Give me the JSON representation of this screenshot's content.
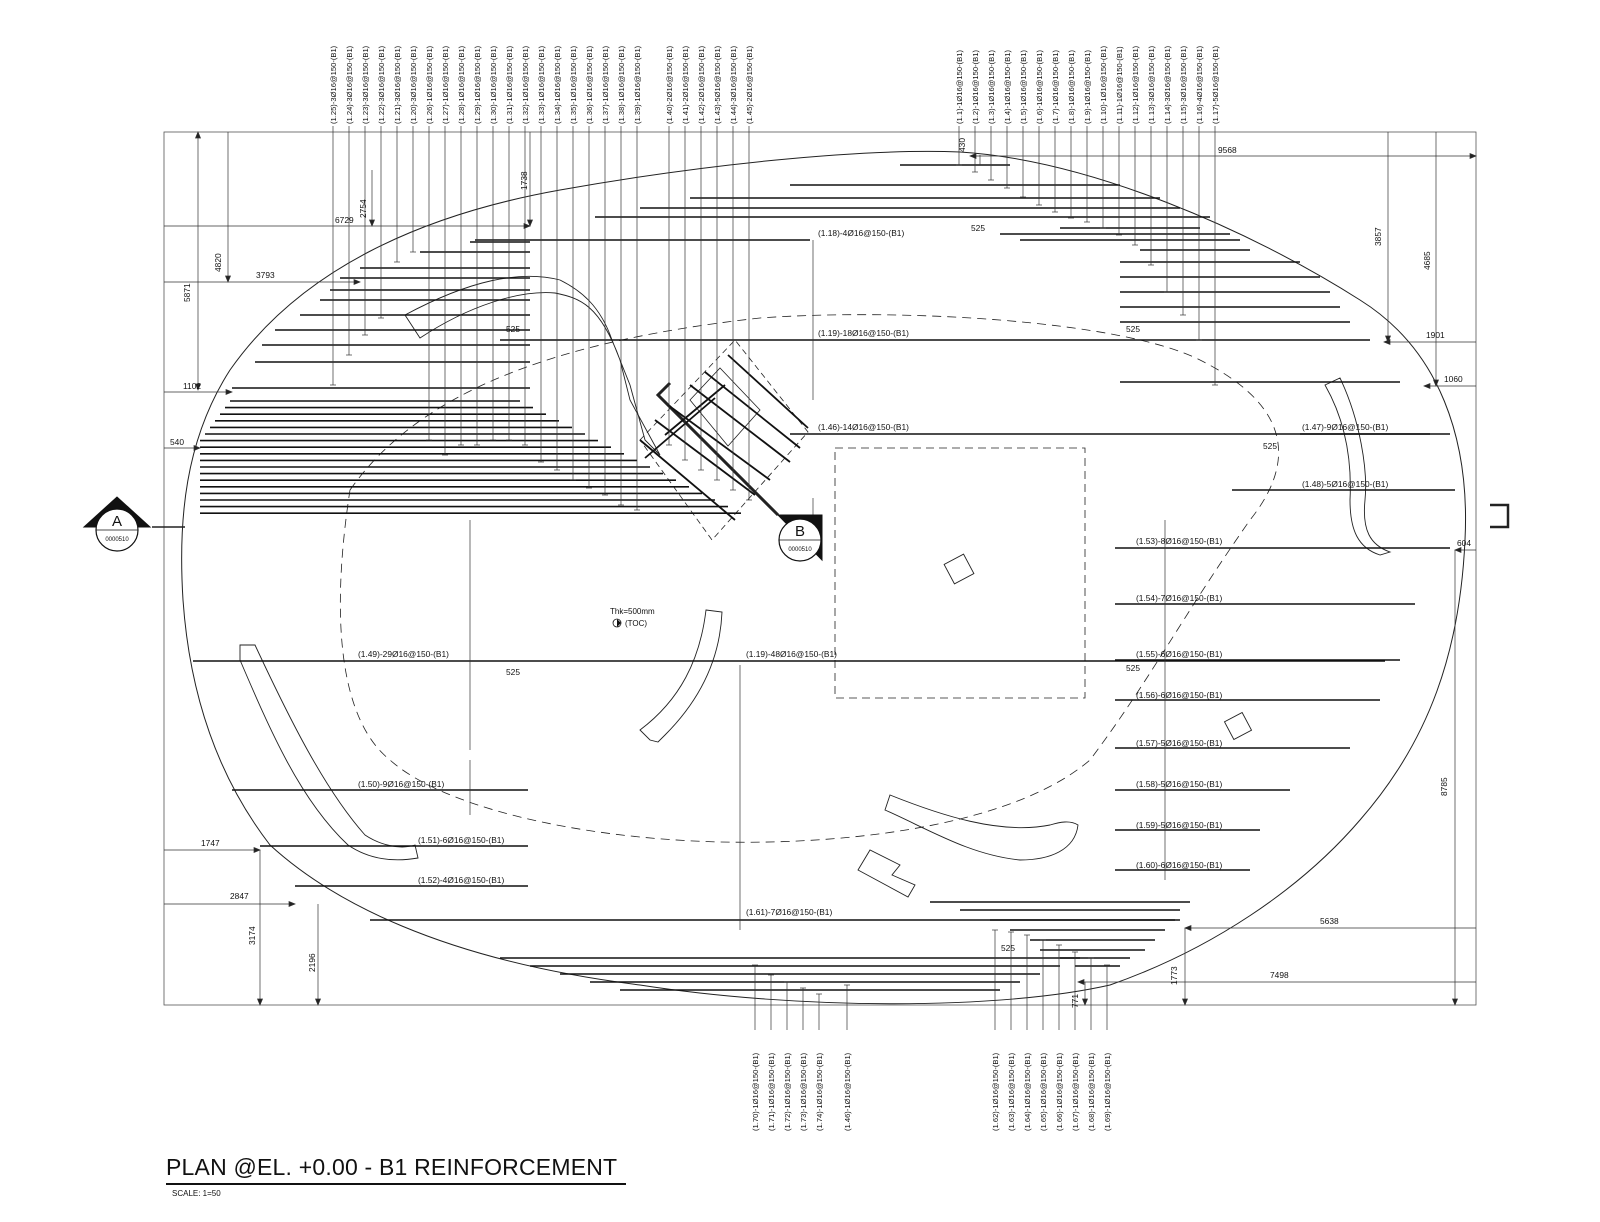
{
  "title": "PLAN @EL. +0.00 - B1 REINFORCEMENT",
  "scale": "SCALE: 1=50",
  "slab_note": "Thk=500mm",
  "toc_note": "(TOC)",
  "section_a": {
    "letter": "A",
    "ref": "0000510"
  },
  "section_b": {
    "letter": "B",
    "ref": "0000510"
  },
  "top_callouts_left": [
    "(1.25)-3Ø16@150-(B1)",
    "(1.24)-3Ø16@150-(B1)",
    "(1.23)-3Ø16@150-(B1)",
    "(1.22)-3Ø16@150-(B1)",
    "(1.21)-3Ø16@150-(B1)",
    "(1.20)-3Ø16@150-(B1)",
    "(1.26)-1Ø16@150-(B1)",
    "(1.27)-1Ø16@150-(B1)",
    "(1.28)-1Ø16@150-(B1)",
    "(1.29)-1Ø16@150-(B1)",
    "(1.30)-1Ø16@150-(B1)",
    "(1.31)-1Ø16@150-(B1)",
    "(1.32)-1Ø16@150-(B1)",
    "(1.33)-1Ø16@150-(B1)",
    "(1.34)-1Ø16@150-(B1)",
    "(1.35)-1Ø16@150-(B1)",
    "(1.36)-1Ø16@150-(B1)",
    "(1.37)-1Ø16@150-(B1)",
    "(1.38)-1Ø16@150-(B1)",
    "(1.39)-1Ø16@150-(B1)"
  ],
  "top_callouts_mid": [
    "(1.40)-2Ø16@150-(B1)",
    "(1.41)-2Ø16@150-(B1)",
    "(1.42)-2Ø16@150-(B1)",
    "(1.43)-5Ø16@150-(B1)",
    "(1.44)-3Ø16@150-(B1)",
    "(1.45)-2Ø16@150-(B1)"
  ],
  "top_callouts_right": [
    "(1.1)-1Ø16@150-(B1)",
    "(1.2)-1Ø16@150-(B1)",
    "(1.3)-1Ø16@150-(B1)",
    "(1.4)-1Ø16@150-(B1)",
    "(1.5)-1Ø16@150-(B1)",
    "(1.6)-1Ø16@150-(B1)",
    "(1.7)-1Ø16@150-(B1)",
    "(1.8)-1Ø16@150-(B1)",
    "(1.9)-1Ø16@150-(B1)",
    "(1.10)-1Ø16@150-(B1)",
    "(1.11)-1Ø16@150-(B1)",
    "(1.12)-1Ø16@150-(B1)",
    "(1.13)-3Ø16@150-(B1)",
    "(1.14)-3Ø16@150-(B1)",
    "(1.15)-3Ø16@150-(B1)",
    "(1.16)-4Ø16@150-(B1)",
    "(1.17)-5Ø16@150-(B1)"
  ],
  "bottom_callouts_left": [
    "(1.70)-1Ø16@150-(B1)",
    "(1.71)-1Ø16@150-(B1)",
    "(1.72)-1Ø16@150-(B1)",
    "(1.73)-1Ø16@150-(B1)",
    "(1.74)-1Ø16@150-(B1)",
    "(1.46)-1Ø16@150-(B1)"
  ],
  "bottom_callouts_right": [
    "(1.62)-1Ø16@150-(B1)",
    "(1.63)-1Ø16@150-(B1)",
    "(1.64)-1Ø16@150-(B1)",
    "(1.65)-1Ø16@150-(B1)",
    "(1.66)-1Ø16@150-(B1)",
    "(1.67)-1Ø16@150-(B1)",
    "(1.68)-1Ø16@150-(B1)",
    "(1.69)-1Ø16@150-(B1)"
  ],
  "bar_labels": [
    "(1.18)-4Ø16@150-(B1)",
    "(1.19)-18Ø16@150-(B1)",
    "(1.46)-14Ø16@150-(B1)",
    "(1.47)-9Ø16@150-(B1)",
    "(1.48)-5Ø16@150-(B1)",
    "(1.53)-8Ø16@150-(B1)",
    "(1.54)-7Ø16@150-(B1)",
    "(1.55)-6Ø16@150-(B1)",
    "(1.56)-6Ø16@150-(B1)",
    "(1.57)-5Ø16@150-(B1)",
    "(1.58)-5Ø16@150-(B1)",
    "(1.59)-5Ø16@150-(B1)",
    "(1.60)-6Ø16@150-(B1)",
    "(1.49)-29Ø16@150-(B1)",
    "(1.19)-48Ø16@150-(B1)",
    "(1.50)-9Ø16@150-(B1)",
    "(1.51)-6Ø16@150-(B1)",
    "(1.52)-4Ø16@150-(B1)",
    "(1.61)-7Ø16@150-(B1)"
  ],
  "dimensions": [
    "9568",
    "430",
    "1738",
    "6729",
    "2754",
    "4820",
    "5871",
    "3793",
    "1102",
    "540",
    "3857",
    "4685",
    "1901",
    "1060",
    "604",
    "525",
    "525",
    "525",
    "525",
    "525",
    "525",
    "525",
    "8785",
    "1747",
    "2847",
    "3174",
    "2196",
    "5638",
    "7498",
    "1773",
    "771"
  ]
}
